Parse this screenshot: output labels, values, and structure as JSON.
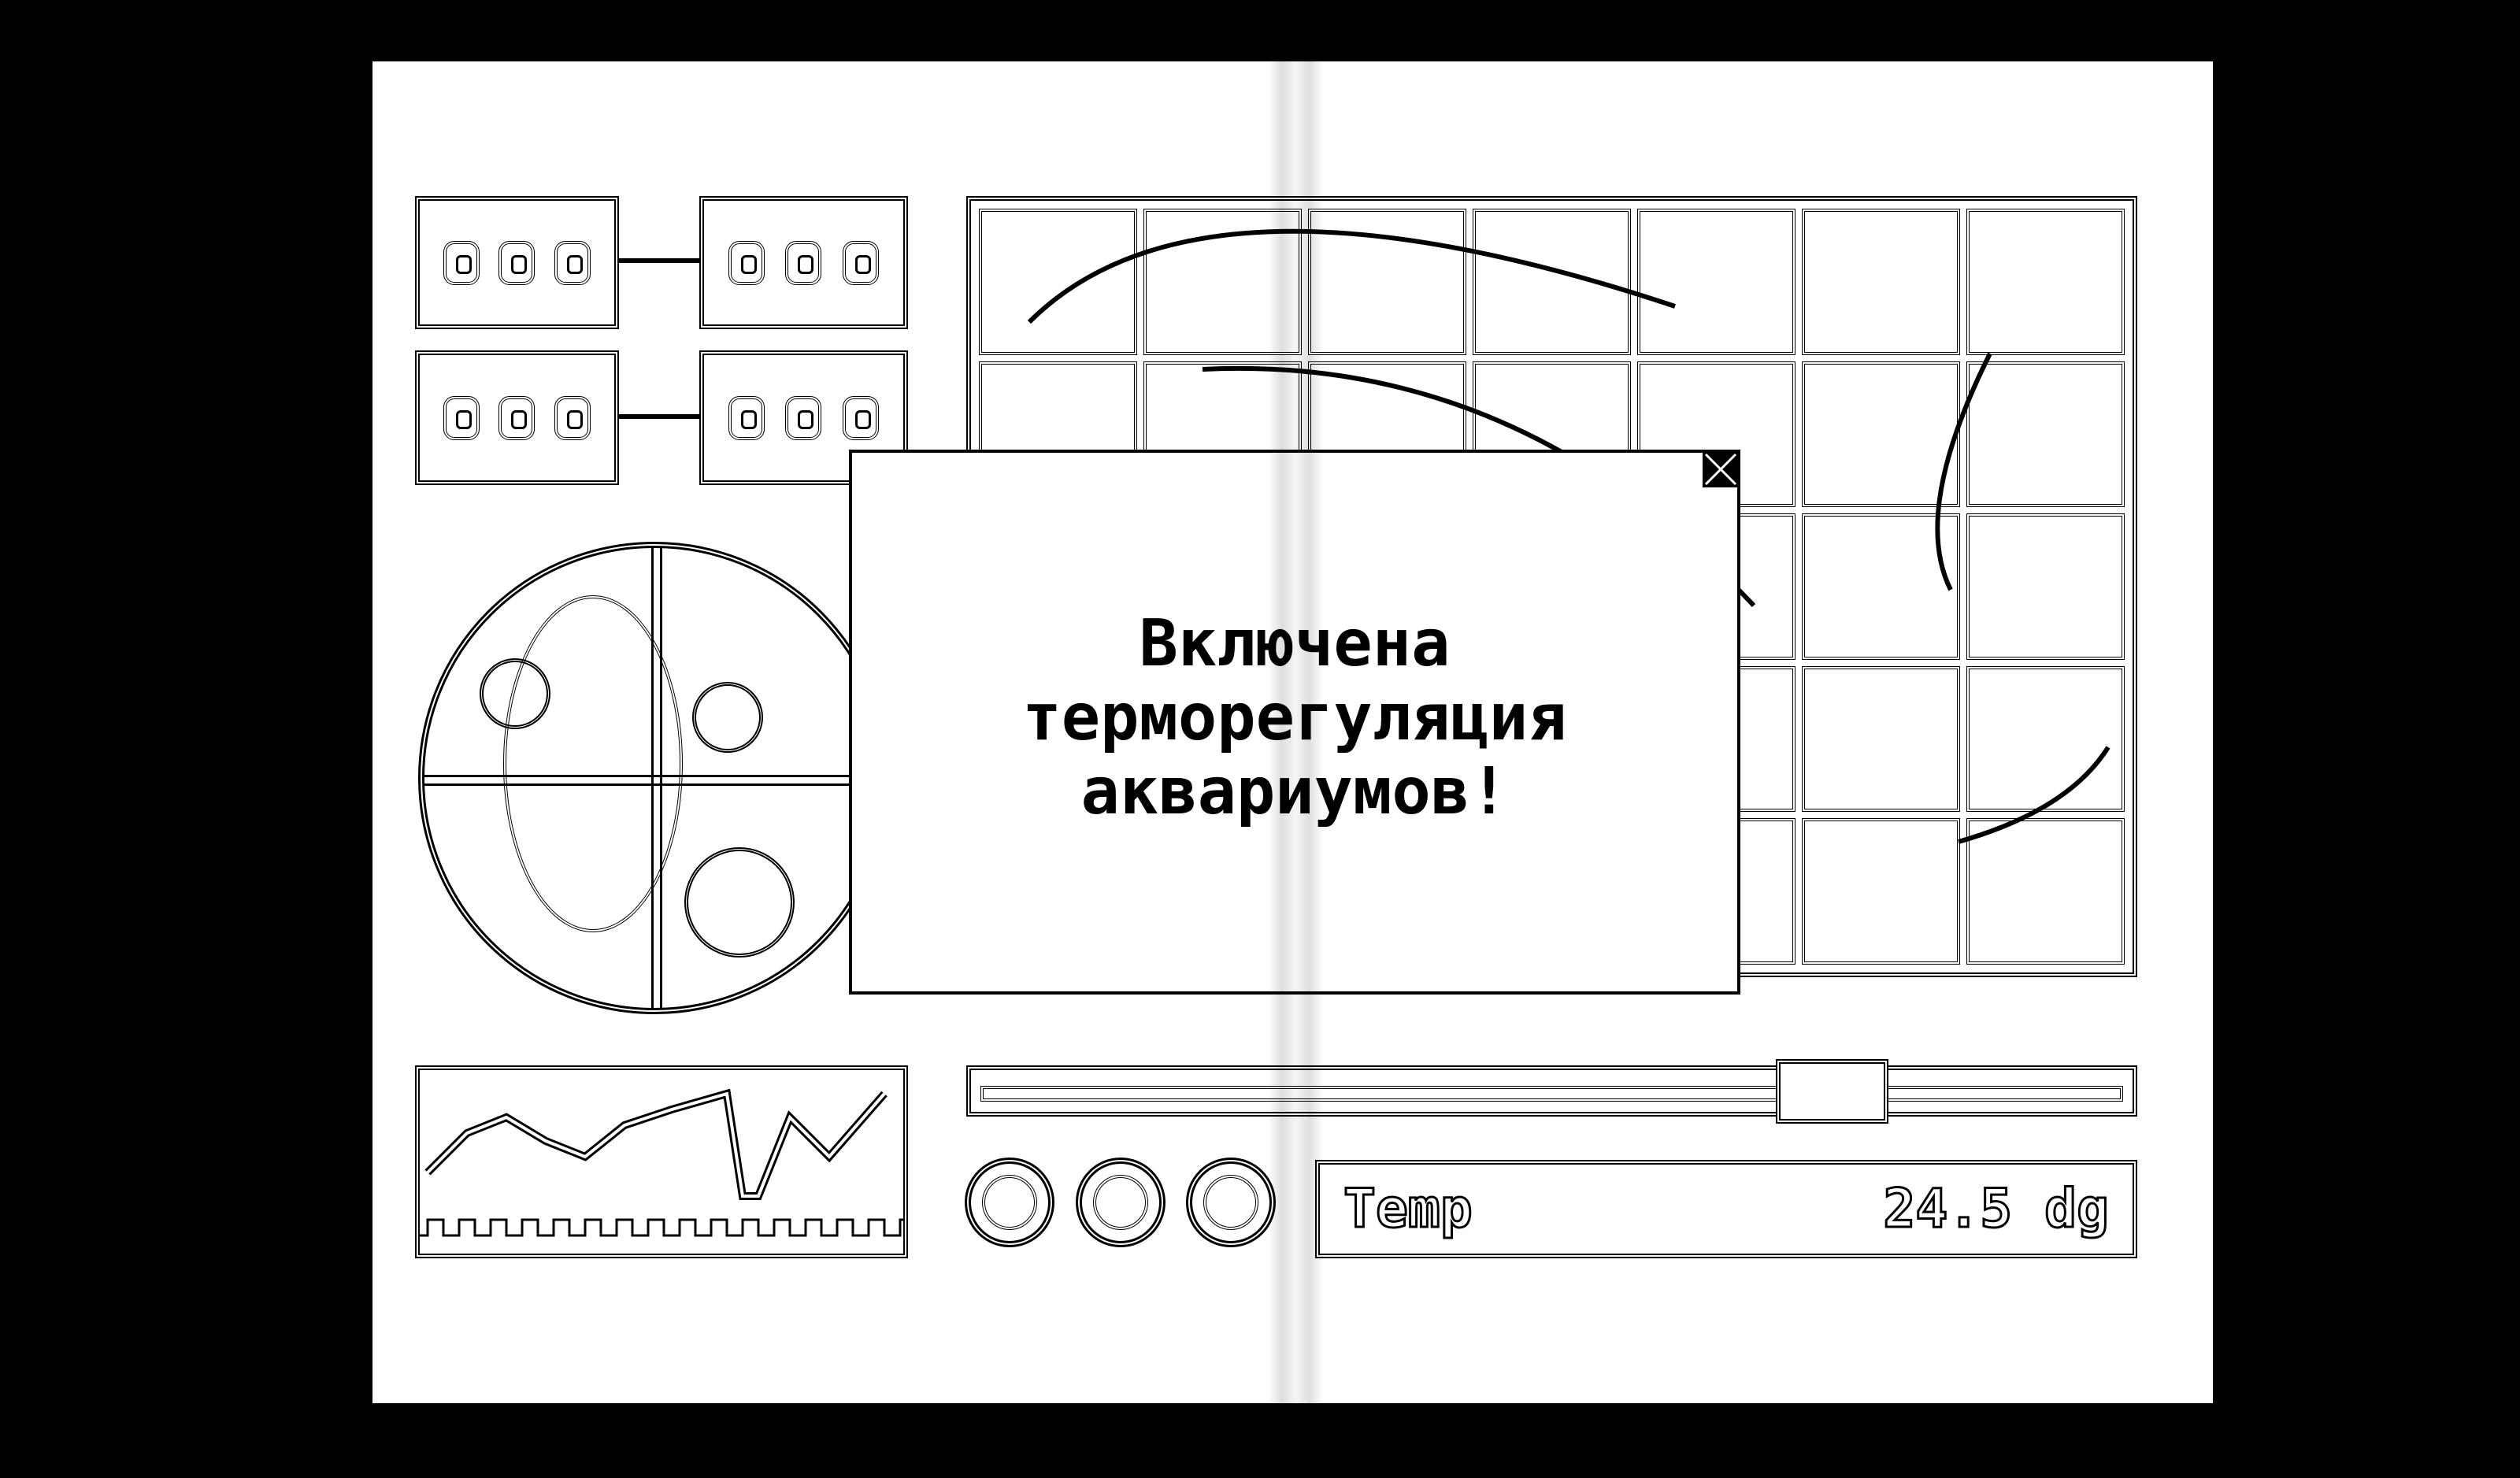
{
  "dialog": {
    "message_lines": [
      "Включена",
      "терморегуляция",
      "аквариумов!"
    ],
    "close_icon": "close-x-icon"
  },
  "status_display": {
    "label": "Temp",
    "value": "24.5 dg"
  },
  "colors": {
    "background": "#000000",
    "page": "#ffffff",
    "ink": "#000000"
  }
}
